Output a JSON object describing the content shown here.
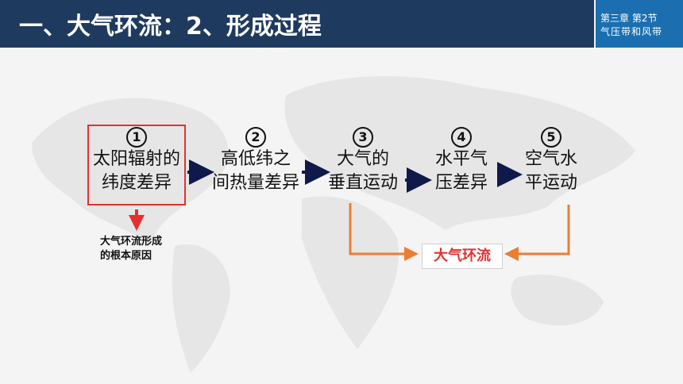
{
  "header": {
    "title": "一、大气环流：2、形成过程",
    "badge_line1": "第三章    第2节",
    "badge_line2": "气压带和风带"
  },
  "steps": [
    {
      "num": "1",
      "line1": "太阳辐射的",
      "line2": "纬度差异"
    },
    {
      "num": "2",
      "line1": "高低纬之",
      "line2": "间热量差异"
    },
    {
      "num": "3",
      "line1": "大气的",
      "line2": "垂直运动"
    },
    {
      "num": "4",
      "line1": "水平气",
      "line2": "压差异"
    },
    {
      "num": "5",
      "line1": "空气水",
      "line2": "平运动"
    }
  ],
  "note": {
    "line1": "大气环流形成",
    "line2": "的根本原因"
  },
  "result": "大气环流",
  "colors": {
    "header_bg": "#1f3a5f",
    "badge_bg": "#1b6fb0",
    "accent_red": "#e53030",
    "accent_orange": "#ed7d31",
    "arrow_navy": "#0f1a4a"
  }
}
